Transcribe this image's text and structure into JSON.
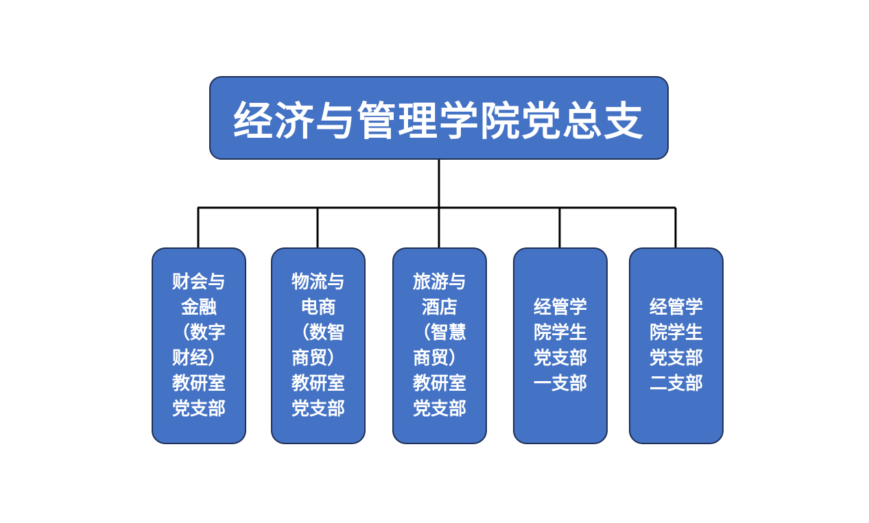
{
  "root": {
    "title": "经济与管理学院党总支"
  },
  "branches": [
    {
      "lines": [
        "财会与",
        "金融",
        "（数字",
        "财经）",
        "教研室",
        "党支部"
      ]
    },
    {
      "lines": [
        "物流与",
        "电商",
        "（数智",
        "商贸）",
        "教研室",
        "党支部"
      ]
    },
    {
      "lines": [
        "旅游与",
        "酒店",
        "（智慧",
        "商贸）",
        "教研室",
        "党支部"
      ]
    },
    {
      "lines": [
        "经管学",
        "院学生",
        "党支部",
        "一支部"
      ]
    },
    {
      "lines": [
        "经管学",
        "院学生",
        "党支部",
        "二支部"
      ]
    }
  ],
  "colors": {
    "box_fill": "#4472c4",
    "box_border": "#1f2f55",
    "connector": "#000000",
    "text": "#ffffff"
  }
}
